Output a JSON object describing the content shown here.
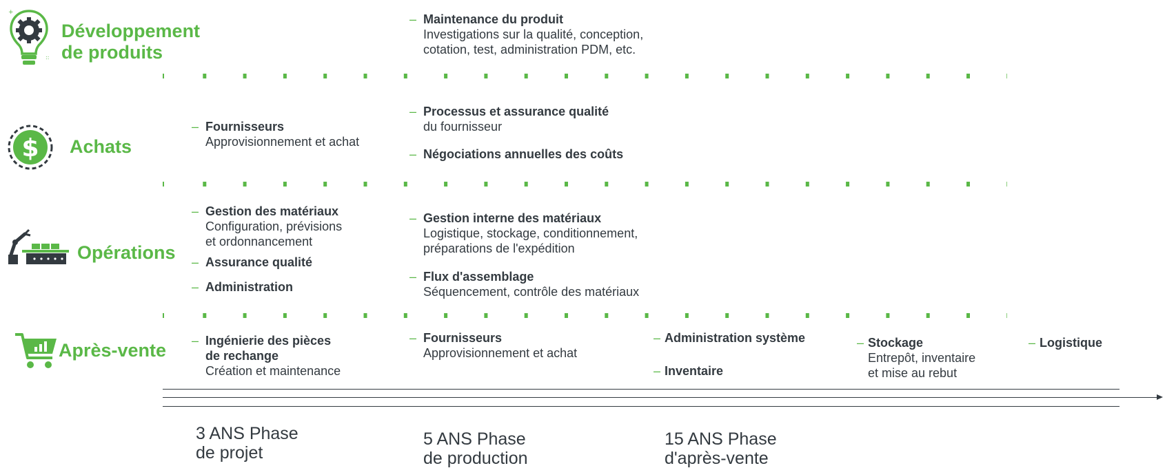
{
  "categories": {
    "dev": {
      "title_l1": "Développement",
      "title_l2": "de produits",
      "icon": "lightbulb-gear-icon"
    },
    "achats": {
      "title": "Achats",
      "icon": "dollar-coin-icon"
    },
    "operations": {
      "title": "Opérations",
      "icon": "robot-arm-conveyor-icon"
    },
    "apres": {
      "title": "Après-vente",
      "icon": "shopping-cart-chart-icon"
    }
  },
  "dev_items": {
    "maintenance": {
      "title": "Maintenance du produit",
      "sub": "Investigations sur la qualité, conception,\ncotation, test, administration PDM, etc."
    }
  },
  "achats_items": {
    "fournisseurs": {
      "title": "Fournisseurs",
      "sub": "Approvisionnement et achat"
    },
    "processus": {
      "title": "Processus et assurance qualité",
      "sub": "du fournisseur"
    },
    "negociations": {
      "title": "Négociations annuelles des coûts"
    }
  },
  "operations_items": {
    "gestion_materiaux": {
      "title": "Gestion des matériaux",
      "sub": "Configuration, prévisions\net ordonnancement"
    },
    "assurance": {
      "title": "Assurance qualité"
    },
    "administration": {
      "title": "Administration"
    },
    "gestion_interne": {
      "title": "Gestion interne des matériaux",
      "sub": "Logistique, stockage, conditionnement,\npréparations de l'expédition"
    },
    "flux": {
      "title": "Flux d'assemblage",
      "sub": "Séquencement, contrôle des matériaux"
    }
  },
  "apres_items": {
    "ingenierie": {
      "title": "Ingénierie des pièces\nde rechange",
      "sub": "Création et maintenance"
    },
    "fournisseurs": {
      "title": "Fournisseurs",
      "sub": "Approvisionnement et achat"
    },
    "admin_systeme": {
      "title": "Administration système"
    },
    "inventaire": {
      "title": "Inventaire"
    },
    "stockage": {
      "title": "Stockage",
      "sub": "Entrepôt, inventaire\net mise au rebut"
    },
    "logistique": {
      "title": "Logistique"
    }
  },
  "phases": {
    "projet": "3 ANS Phase\nde projet",
    "production": "5 ANS Phase\nde production",
    "apres_vente": "15 ANS Phase\nd'après-vente"
  },
  "colors": {
    "accent": "#5ab847",
    "text": "#333a40"
  }
}
